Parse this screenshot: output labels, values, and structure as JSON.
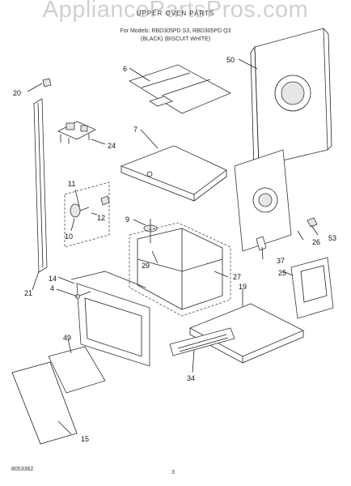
{
  "header": {
    "title": "UPPER OVEN PARTS",
    "models": "For Models: RBD305PD S3, RBD305PD Q3",
    "colors": "(BLACK)   (BISCUIT WHITE)"
  },
  "watermark": "AppliancePartsPros.com",
  "footer": {
    "doc_number": "8053362",
    "page_number": "3"
  },
  "callouts": [
    {
      "id": "20",
      "label": "20"
    },
    {
      "id": "6",
      "label": "6"
    },
    {
      "id": "50",
      "label": "50"
    },
    {
      "id": "24",
      "label": "24"
    },
    {
      "id": "7",
      "label": "7"
    },
    {
      "id": "11",
      "label": "11"
    },
    {
      "id": "12",
      "label": "12"
    },
    {
      "id": "10",
      "label": "10"
    },
    {
      "id": "9",
      "label": "9"
    },
    {
      "id": "26",
      "label": "26"
    },
    {
      "id": "53",
      "label": "53"
    },
    {
      "id": "37",
      "label": "37"
    },
    {
      "id": "14",
      "label": "14"
    },
    {
      "id": "29",
      "label": "29"
    },
    {
      "id": "27",
      "label": "27"
    },
    {
      "id": "25",
      "label": "25"
    },
    {
      "id": "4",
      "label": "4"
    },
    {
      "id": "21",
      "label": "21"
    },
    {
      "id": "19",
      "label": "19"
    },
    {
      "id": "49",
      "label": "49"
    },
    {
      "id": "34",
      "label": "34"
    },
    {
      "id": "15",
      "label": "15"
    }
  ]
}
